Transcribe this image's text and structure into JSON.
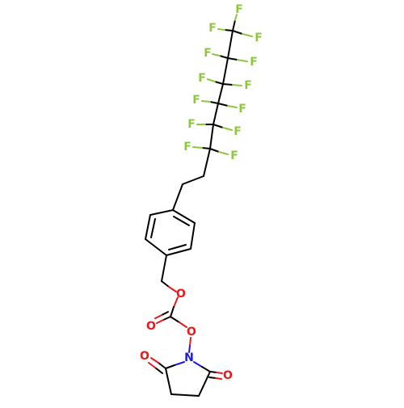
{
  "structure": {
    "atoms": [
      {
        "id": "F1",
        "label": "F",
        "element": "F"
      },
      {
        "id": "F2",
        "label": "F",
        "element": "F"
      },
      {
        "id": "F3",
        "label": "F",
        "element": "F"
      },
      {
        "id": "F4",
        "label": "F",
        "element": "F"
      },
      {
        "id": "F5",
        "label": "F",
        "element": "F"
      },
      {
        "id": "F6",
        "label": "F",
        "element": "F"
      },
      {
        "id": "F7",
        "label": "F",
        "element": "F"
      },
      {
        "id": "F8",
        "label": "F",
        "element": "F"
      },
      {
        "id": "F9",
        "label": "F",
        "element": "F"
      },
      {
        "id": "F10",
        "label": "F",
        "element": "F"
      },
      {
        "id": "F11",
        "label": "F",
        "element": "F"
      },
      {
        "id": "F12",
        "label": "F",
        "element": "F"
      },
      {
        "id": "F13",
        "label": "F",
        "element": "F"
      },
      {
        "id": "O1",
        "label": "O",
        "element": "O"
      },
      {
        "id": "O2",
        "label": "O",
        "element": "O"
      },
      {
        "id": "O3",
        "label": "O",
        "element": "O"
      },
      {
        "id": "N1",
        "label": "N",
        "element": "N"
      },
      {
        "id": "O4",
        "label": "O",
        "element": "O"
      },
      {
        "id": "O5",
        "label": "O",
        "element": "O"
      }
    ]
  },
  "colors": {
    "F": "#8ec63f",
    "O": "#e8191c",
    "N": "#1a1ae6",
    "bond": "#000000",
    "background": "#ffffff"
  }
}
